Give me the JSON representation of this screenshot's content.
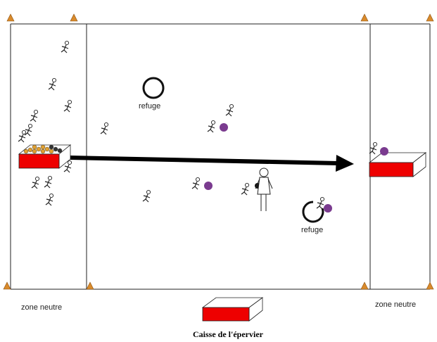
{
  "labels": {
    "refuge": "refuge",
    "zone_neutre": "zone neutre",
    "caption": "Caisse de l'épervier"
  },
  "colors": {
    "field_line": "#222222",
    "cone": "#d98a2b",
    "cone_edge": "#8a5214",
    "box_red": "#ee0000",
    "ball": "#7a3b8f",
    "ball_orange": "#e0a030",
    "arrow": "#000000"
  },
  "icons": {
    "player": "stick-figure-runner-icon",
    "teacher": "epervier-teacher-icon",
    "cone": "cone-icon",
    "ball": "ball-icon",
    "box": "ball-box-icon"
  }
}
